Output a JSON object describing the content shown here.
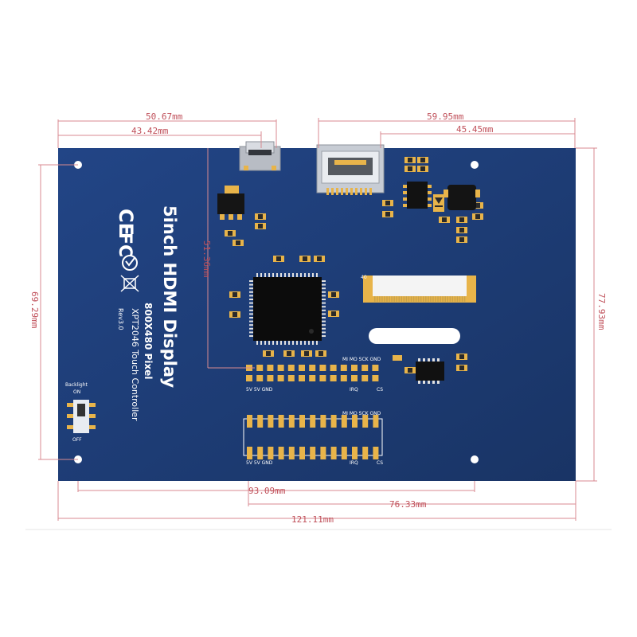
{
  "dimensions": {
    "top_left_outer": "50.67mm",
    "top_left_inner": "43.42mm",
    "top_right_outer": "59.95mm",
    "top_right_inner": "45.45mm",
    "left_height": "69.29mm",
    "right_height": "77.93mm",
    "bottom_inner": "93.09mm",
    "bottom_mid": "76.33mm",
    "bottom_total": "121.11mm",
    "vertical_inner": "51.36mm"
  },
  "board": {
    "title": "5inch HDMI Display",
    "resolution": "800X480 Pixel",
    "controller": "XPT2046 Touch Controller",
    "revision": "Rev3.0",
    "ce_mark": "CE",
    "fcc_mark": "FC",
    "backlight_label": "Backlight",
    "backlight_on": "ON",
    "backlight_off": "OFF",
    "connector_pin": "40"
  },
  "headers": {
    "top_pins": "MI MO SCK GND",
    "bottom_left_pins": "5V 5V GND",
    "irq_label": "IRQ",
    "cs_label": "CS"
  },
  "colors": {
    "pcb": "#1d3c78",
    "dimension": "#c0505a",
    "gold": "#e8b44a",
    "chip": "#111111"
  }
}
